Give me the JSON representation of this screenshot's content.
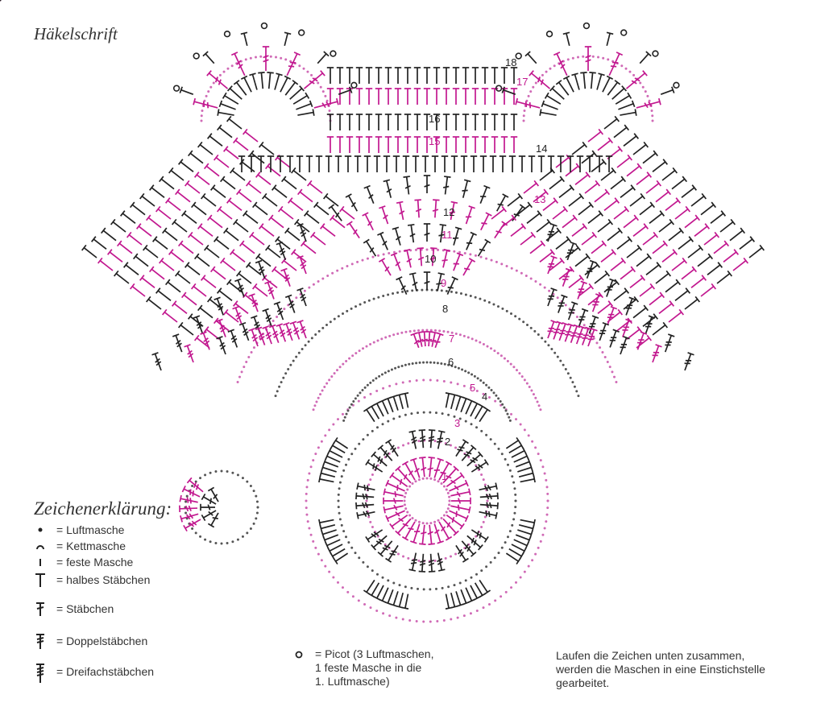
{
  "title": "Häkelschrift",
  "colors": {
    "dark": "#222222",
    "magenta": "#c2188f",
    "dot_magenta": "#d06ab6",
    "dot_dark": "#555555"
  },
  "round_numbers": [
    "1",
    "2",
    "3",
    "4",
    "5",
    "6",
    "7",
    "8",
    "9",
    "10",
    "11",
    "12",
    "13",
    "14",
    "15",
    "16",
    "17",
    "18"
  ],
  "legend": {
    "title": "Zeichenerklärung:",
    "items": [
      {
        "icon": "chain-dot-icon",
        "label": "= Luftmasche"
      },
      {
        "icon": "slip-stitch-arc-icon",
        "label": "= Kettmasche"
      },
      {
        "icon": "single-crochet-dash-icon",
        "label": "= feste Masche"
      },
      {
        "icon": "half-double-t-icon",
        "label": "= halbes Stäbchen"
      },
      {
        "icon": "double-crochet-cross-icon",
        "label": "= Stäbchen"
      },
      {
        "icon": "treble-crochet-icon",
        "label": "= Doppelstäbchen"
      },
      {
        "icon": "double-treble-crochet-icon",
        "label": "= Dreifachstäbchen"
      }
    ]
  },
  "picot": {
    "icon": "picot-circle-icon",
    "lines": [
      "= Picot (3 Luftmaschen,",
      "1 feste Masche in die",
      "1. Luftmasche)"
    ]
  },
  "note": {
    "lines": [
      "Laufen die Zeichen unten zusammen,",
      "werden die Maschen in eine Einstichstelle",
      "gearbeitet."
    ]
  }
}
